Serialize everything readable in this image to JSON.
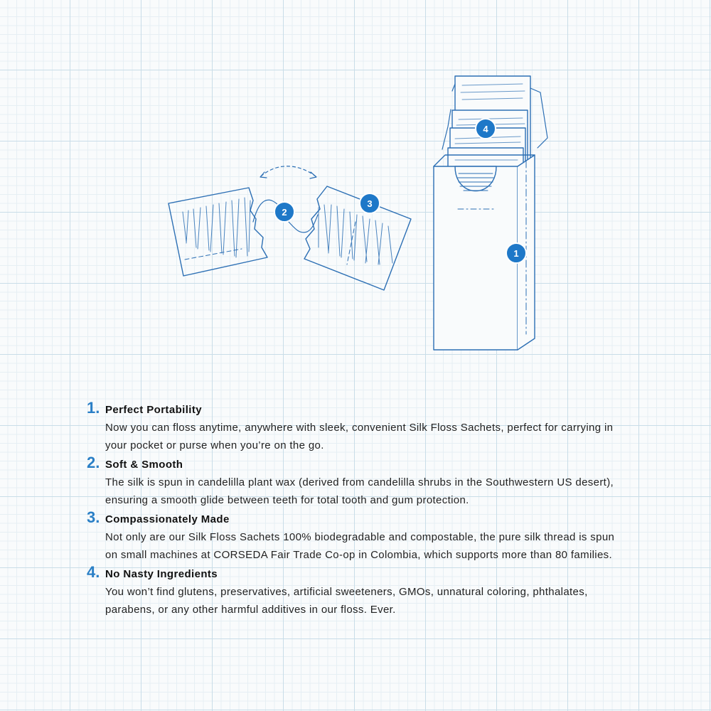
{
  "colors": {
    "line": "#2c6fb4",
    "badge": "#1e78c8",
    "number": "#2a7fc6",
    "grid": "#c9dde8"
  },
  "callouts": [
    "1",
    "2",
    "3",
    "4"
  ],
  "features": [
    {
      "number": "1.",
      "title": "Perfect Portability",
      "description": "Now you can floss anytime, anywhere with sleek, convenient Silk Floss Sachets, perfect for carrying in your pocket or purse when you’re on the go."
    },
    {
      "number": "2.",
      "title": "Soft & Smooth",
      "description": "The silk is spun in candelilla plant wax (derived from candelilla shrubs in the Southwestern US desert), ensuring a smooth glide between teeth for total tooth and gum protection."
    },
    {
      "number": "3.",
      "title": "Compassionately Made",
      "description": "Not only are our Silk Floss Sachets 100% biodegradable and compostable, the pure silk thread is spun on small machines at CORSEDA Fair Trade Co-op in Colombia, which supports more than 80 families."
    },
    {
      "number": "4.",
      "title": "No Nasty Ingredients",
      "description": "You won’t find glutens, preservatives, artificial sweeteners, GMOs, unnatural coloring, phthalates, parabens, or any other harmful additives in our floss. Ever."
    }
  ]
}
